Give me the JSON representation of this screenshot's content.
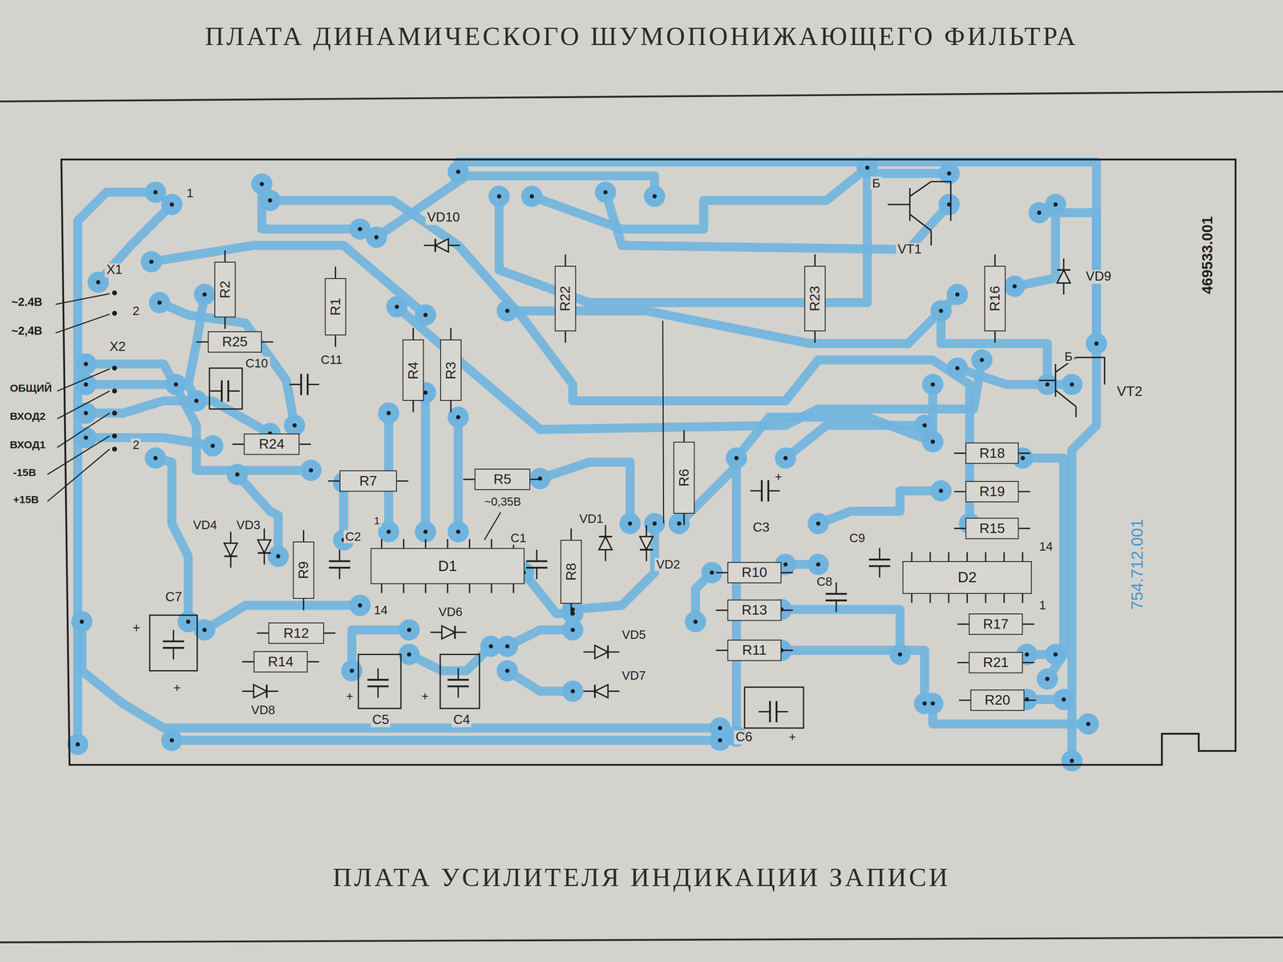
{
  "diagram": {
    "title": "ПЛАТА ДИНАМИЧЕСКОГО ШУМОПОНИЖАЮЩЕГО ФИЛЬТРА",
    "caption": "ПЛАТА УСИЛИТЕЛЯ ИНДИКАЦИИ ЗАПИСИ",
    "nodes": [
      {
        "text": [
          "R2"
        ]
      },
      {
        "text": [
          "R1"
        ]
      },
      {
        "text": [
          "R25"
        ]
      },
      {
        "text": [
          "R22"
        ]
      },
      {
        "text": [
          "R23"
        ]
      },
      {
        "text": [
          "R16"
        ]
      },
      {
        "text": [
          "R4"
        ]
      },
      {
        "text": [
          "R3"
        ]
      },
      {
        "text": [
          "R24"
        ]
      },
      {
        "text": [
          "R7"
        ]
      },
      {
        "text": [
          "R5"
        ]
      },
      {
        "text": [
          "R6"
        ]
      },
      {
        "text": [
          "R18"
        ]
      },
      {
        "text": [
          "R19"
        ]
      },
      {
        "text": [
          "R15"
        ]
      },
      {
        "text": [
          "R9"
        ]
      },
      {
        "text": [
          "D1"
        ]
      },
      {
        "text": [
          "R8"
        ]
      },
      {
        "text": [
          "R10"
        ]
      },
      {
        "text": [
          "D2"
        ]
      },
      {
        "text": [
          "R13"
        ]
      },
      {
        "text": [
          "R12"
        ]
      },
      {
        "text": [
          "R17"
        ]
      },
      {
        "text": [
          "R14"
        ]
      },
      {
        "text": [
          "R11"
        ]
      },
      {
        "text": [
          "R21"
        ]
      },
      {
        "text": [
          "R20"
        ]
      }
    ],
    "labels": [
      "1",
      "X1",
      "2",
      "~2.4В",
      "~2,4В",
      "X2",
      "ОБЩИЙ",
      "ВХОД2",
      "ВХОД1",
      "-15В",
      "+15В",
      "2",
      "VD10",
      "Б",
      "VT1",
      "VD9",
      "Б",
      "VT2",
      "469533.001",
      "754.712.001",
      "C10",
      "C11",
      "VD4",
      "VD3",
      "C2",
      "1",
      "~0,35В",
      "C1",
      "VD1",
      "VD2",
      "C3",
      "+",
      "C9",
      "C8",
      "14",
      "1",
      "C7",
      "+",
      "14",
      "VD6",
      "VD5",
      "VD7",
      "VD8",
      "+",
      "+",
      "C5",
      "+",
      "C4",
      "C6",
      "+"
    ]
  }
}
